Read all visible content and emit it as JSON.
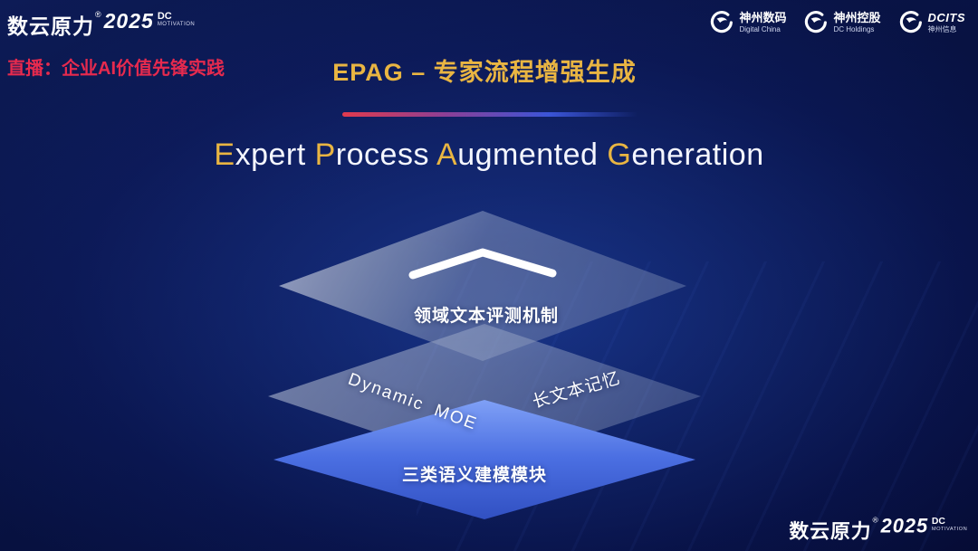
{
  "brand": {
    "name": "数云原力",
    "reg": "®",
    "year": "2025",
    "dc": "DC",
    "motivation": "MOTIVATION"
  },
  "header": {
    "live_label": "直播：企业AI价值先锋实践",
    "title": "EPAG – 专家流程增强生成",
    "partners": [
      {
        "name": "神州数码",
        "sub": "Digital China"
      },
      {
        "name": "神州控股",
        "sub": "DC Holdings"
      },
      {
        "name": "DCITS",
        "sub": "神州信息"
      }
    ]
  },
  "heading": {
    "parts": [
      {
        "t": "E"
      },
      {
        "t": "xpert "
      },
      {
        "t": "P"
      },
      {
        "t": "rocess "
      },
      {
        "t": "A"
      },
      {
        "t": "ugmented "
      },
      {
        "t": "G"
      },
      {
        "t": "eneration"
      }
    ]
  },
  "diagram": {
    "top_layer_label": "领域文本评测机制",
    "middle_left_label": "Dynamic MOE",
    "middle_right_label": "长文本记忆",
    "bottom_layer_label": "三类语义建模模块"
  },
  "colors": {
    "accent_gold": "#e9b542",
    "live_red": "#e62a4e",
    "layer_blue": "#4b6fe2",
    "background_deep_blue": "#071140"
  }
}
